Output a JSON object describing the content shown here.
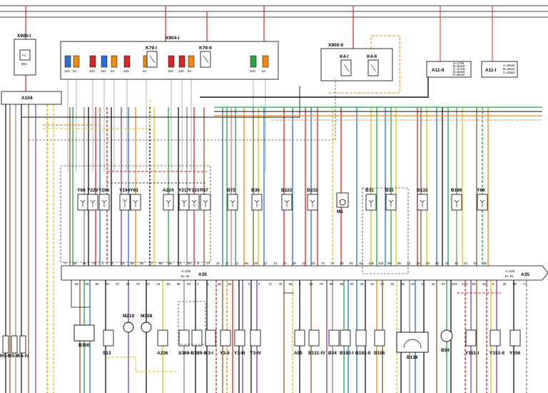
{
  "colors": {
    "red": "#d62828",
    "black": "#111111",
    "blue": "#2a6fd6",
    "green": "#27a844",
    "yellow": "#e3c31a",
    "orange": "#f08a12",
    "brown": "#8a5a2b",
    "gray": "#888888",
    "violet": "#7e3fa6",
    "pink": "#e870a8",
    "white_gray": "#bdbdbd"
  },
  "modules": {
    "x900i": {
      "name": "X900-I",
      "fuse": "F1",
      "amp": "80A"
    },
    "x904i": {
      "name": "X904-I"
    },
    "x900ii": {
      "name": "X900-II"
    },
    "a104": {
      "name": "A104"
    },
    "a35": {
      "name": "A35",
      "note1": "A=105",
      "note2": "B= 91"
    },
    "a35b": {
      "name": "A35",
      "note1": "A=105",
      "note2": "B= 91"
    },
    "a11ii": {
      "name": "A11-II",
      "info": [
        "A=17lst",
        "B=52xst",
        "C=17xst",
        "D=52xst",
        "E=52xst"
      ]
    },
    "a11i": {
      "name": "A11-I",
      "info": [
        "A=28xst",
        "B=28xst",
        "C=28xst"
      ]
    }
  },
  "relays": [
    {
      "id": "k79i",
      "name": "K79-I"
    },
    {
      "id": "k79ii",
      "name": "K79-II"
    },
    {
      "id": "k4i",
      "name": "K4-I"
    },
    {
      "id": "k4ii",
      "name": "K4-II"
    }
  ],
  "fuses": [
    {
      "amp": "15A",
      "color": "#2a6fd6"
    },
    {
      "amp": "5A",
      "color": "#f08a12"
    },
    {
      "amp": "10A",
      "color": "#d62828"
    },
    {
      "amp": "15A",
      "color": "#2a6fd6"
    },
    {
      "amp": "5A",
      "color": "#f08a12"
    },
    {
      "amp": "10A",
      "color": "#d62828"
    },
    {
      "amp": "5A",
      "color": "#f08a12"
    },
    {
      "amp": "10A",
      "color": "#d62828"
    },
    {
      "amp": "10A",
      "color": "#d62828"
    },
    {
      "amp": "5A",
      "color": "#f08a12"
    },
    {
      "amp": "20A",
      "color": "#27a844"
    },
    {
      "amp": "5A",
      "color": "#f08a12"
    }
  ],
  "upper_components": [
    {
      "name": "Y66"
    },
    {
      "name": "Y229"
    },
    {
      "name": "Y206"
    },
    {
      "name": "Y194"
    },
    {
      "name": "Y63"
    },
    {
      "name": "A224"
    },
    {
      "name": "Y217"
    },
    {
      "name": "Y133"
    },
    {
      "name": "R57"
    },
    {
      "name": "B72"
    },
    {
      "name": "B30"
    },
    {
      "name": "B222"
    },
    {
      "name": "B232"
    },
    {
      "name": "M1"
    },
    {
      "name": "B31"
    },
    {
      "name": "B31"
    },
    {
      "name": "B132"
    },
    {
      "name": "B186"
    },
    {
      "name": "Y66"
    }
  ],
  "upper_pins": [
    "77",
    "55",
    "66",
    "70",
    "3",
    "6",
    "45",
    "46",
    "59",
    "87",
    "88",
    "86",
    "73",
    "26",
    "9",
    "27",
    "10",
    "57",
    "12",
    "68",
    "80",
    "12",
    "13",
    "15",
    "49",
    "10",
    "53",
    "74",
    "72",
    "69",
    "91",
    "93",
    "106",
    "104",
    "99",
    "38",
    "18",
    "39",
    "28",
    "50",
    "41",
    "48",
    "61",
    "87",
    "88"
  ],
  "lower_pins": [
    "50",
    "84",
    "90",
    "76",
    "37",
    "35",
    "79",
    "17",
    "19",
    "64",
    "85",
    "23",
    "2",
    "1",
    "65",
    "86",
    "1",
    "2",
    "4",
    "71",
    "75",
    "55",
    "8",
    "34",
    "79",
    "98",
    "58",
    "32",
    "15",
    "16",
    "17",
    "53",
    "33",
    "34",
    "21",
    "42",
    "57",
    "103",
    "100",
    "84",
    "101",
    "6",
    "25",
    "89",
    "74"
  ],
  "lower_components": [
    {
      "name": "R5-I"
    },
    {
      "name": "R5-II"
    },
    {
      "name": "R5-IV"
    },
    {
      "name": "B300"
    },
    {
      "name": "S13"
    },
    {
      "name": "M210"
    },
    {
      "name": "M158"
    },
    {
      "name": "A236"
    },
    {
      "name": "S389-I"
    },
    {
      "name": "S389-II"
    },
    {
      "name": "Y3-I"
    },
    {
      "name": "Y3-II"
    },
    {
      "name": "Y3-III"
    },
    {
      "name": "Y3-IV"
    },
    {
      "name": "A95"
    },
    {
      "name": "B131-IV"
    },
    {
      "name": "B24"
    },
    {
      "name": "B193-I"
    },
    {
      "name": "B193-II"
    },
    {
      "name": "B105"
    },
    {
      "name": "B138"
    },
    {
      "name": "B54"
    },
    {
      "name": "Y151-I"
    },
    {
      "name": "Y151-II"
    },
    {
      "name": "Y256"
    }
  ]
}
